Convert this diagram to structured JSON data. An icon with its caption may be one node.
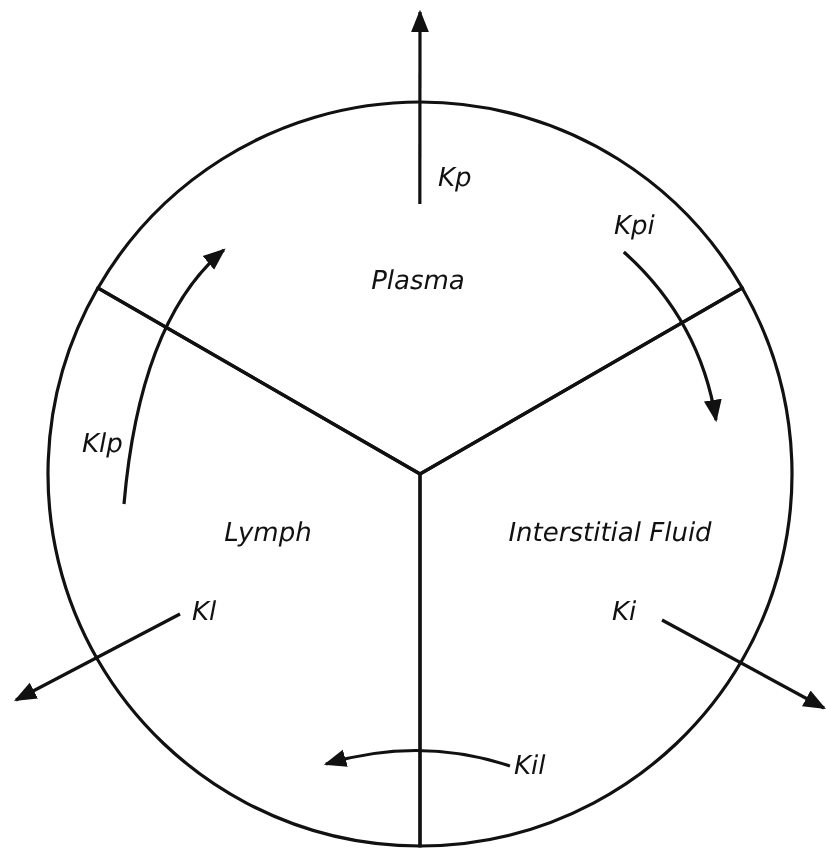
{
  "diagram": {
    "nodes": [
      {
        "text": [
          "Plasma"
        ]
      },
      {
        "text": [
          "Lymph"
        ]
      },
      {
        "text": [
          "Interstitial Fluid"
        ]
      }
    ],
    "edges": [
      {
        "from": 0,
        "to": null,
        "arrow": "to",
        "label": "Kp"
      },
      {
        "from": 0,
        "to": 2,
        "arrow": "to",
        "label": "Kpi"
      },
      {
        "from": 1,
        "to": 0,
        "arrow": "to",
        "label": "Klp"
      },
      {
        "from": 1,
        "to": null,
        "arrow": "to",
        "label": "Kl"
      },
      {
        "from": 2,
        "to": null,
        "arrow": "to",
        "label": "Ki"
      },
      {
        "from": 2,
        "to": 1,
        "arrow": "to",
        "label": "Kil"
      }
    ]
  }
}
